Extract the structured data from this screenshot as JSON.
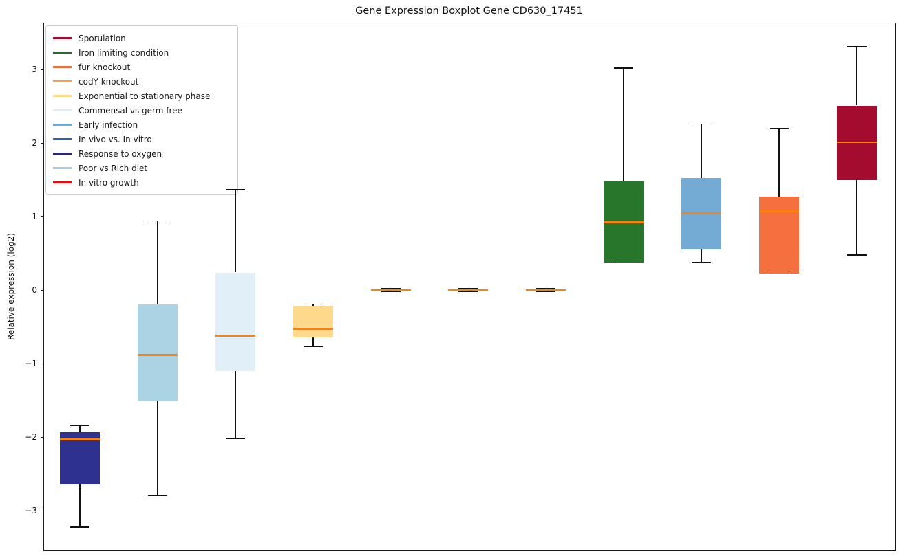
{
  "figure": {
    "background": "#ffffff",
    "spine_color": "#1a1a1a"
  },
  "chart_data": {
    "type": "boxplot",
    "title": "Gene Expression Boxplot Gene CD630_17451",
    "ylabel": "Relative expression (log2)",
    "xlabel": "",
    "ylim": [
      -3.54,
      3.63
    ],
    "grid": false,
    "legend_position": "upper-left",
    "median_color": "#ff7f0e",
    "whisker_color": "#111111",
    "yticks": [
      {
        "label": "3",
        "value": 3
      },
      {
        "label": "2",
        "value": 2
      },
      {
        "label": "1",
        "value": 1
      },
      {
        "label": "0",
        "value": 0
      },
      {
        "label": "−1",
        "value": -1
      },
      {
        "label": "−2",
        "value": -2
      },
      {
        "label": "−3",
        "value": -3
      }
    ],
    "groups": [
      {
        "name": "Response to oxygen",
        "color": "#2f3190",
        "whislo": -3.22,
        "q1": -2.64,
        "med": -2.03,
        "q3": -1.93,
        "whishi": -1.84
      },
      {
        "name": "Poor vs Rich diet",
        "color": "#abd3e4",
        "whislo": -2.79,
        "q1": -1.51,
        "med": -0.88,
        "q3": -0.19,
        "whishi": 0.94
      },
      {
        "name": "Commensal vs germ free",
        "color": "#e0eff8",
        "whislo": -2.02,
        "q1": -1.1,
        "med": -0.62,
        "q3": 0.24,
        "whishi": 1.37
      },
      {
        "name": "Exponential to stationary phase",
        "color": "#fed98b",
        "whislo": -0.77,
        "q1": -0.64,
        "med": -0.53,
        "q3": -0.21,
        "whishi": -0.19
      },
      {
        "name": "codY knockout",
        "color": "#f9a04c",
        "whislo": -0.02,
        "q1": -0.01,
        "med": 0.0,
        "q3": 0.01,
        "whishi": 0.02
      },
      {
        "name": "In vivo vs. In vitro",
        "color": "#3465a8",
        "whislo": -0.02,
        "q1": -0.01,
        "med": 0.0,
        "q3": 0.01,
        "whishi": 0.02
      },
      {
        "name": "In vitro growth",
        "color": "#e8100c",
        "whislo": -0.02,
        "q1": -0.01,
        "med": 0.0,
        "q3": 0.01,
        "whishi": 0.02
      },
      {
        "name": "Iron limiting condition",
        "color": "#28752c",
        "whislo": 0.37,
        "q1": 0.38,
        "med": 0.92,
        "q3": 1.48,
        "whishi": 3.02
      },
      {
        "name": "Early infection",
        "color": "#74abd4",
        "whislo": 0.38,
        "q1": 0.55,
        "med": 1.05,
        "q3": 1.52,
        "whishi": 2.26
      },
      {
        "name": "fur knockout",
        "color": "#f4703f",
        "whislo": 0.22,
        "q1": 0.23,
        "med": 1.07,
        "q3": 1.27,
        "whishi": 2.2
      },
      {
        "name": "Sporulation",
        "color": "#a30c2e",
        "whislo": 0.48,
        "q1": 1.5,
        "med": 2.01,
        "q3": 2.51,
        "whishi": 3.31
      }
    ],
    "legend": [
      {
        "label": "Sporulation",
        "color": "#a30c2e"
      },
      {
        "label": "Iron limiting condition",
        "color": "#256d28"
      },
      {
        "label": "fur knockout",
        "color": "#f4713f"
      },
      {
        "label": "codY knockout",
        "color": "#f9a04c"
      },
      {
        "label": "Exponential to stationary phase",
        "color": "#fbd985"
      },
      {
        "label": "Commensal vs germ free",
        "color": "#ddeef8"
      },
      {
        "label": "Early infection",
        "color": "#6fa8d2"
      },
      {
        "label": "In vivo vs. In vitro",
        "color": "#3465a8"
      },
      {
        "label": "Response to oxygen",
        "color": "#28287d"
      },
      {
        "label": "Poor vs Rich diet",
        "color": "#a5cfe4"
      },
      {
        "label": "In vitro growth",
        "color": "#e60d0d"
      }
    ]
  }
}
